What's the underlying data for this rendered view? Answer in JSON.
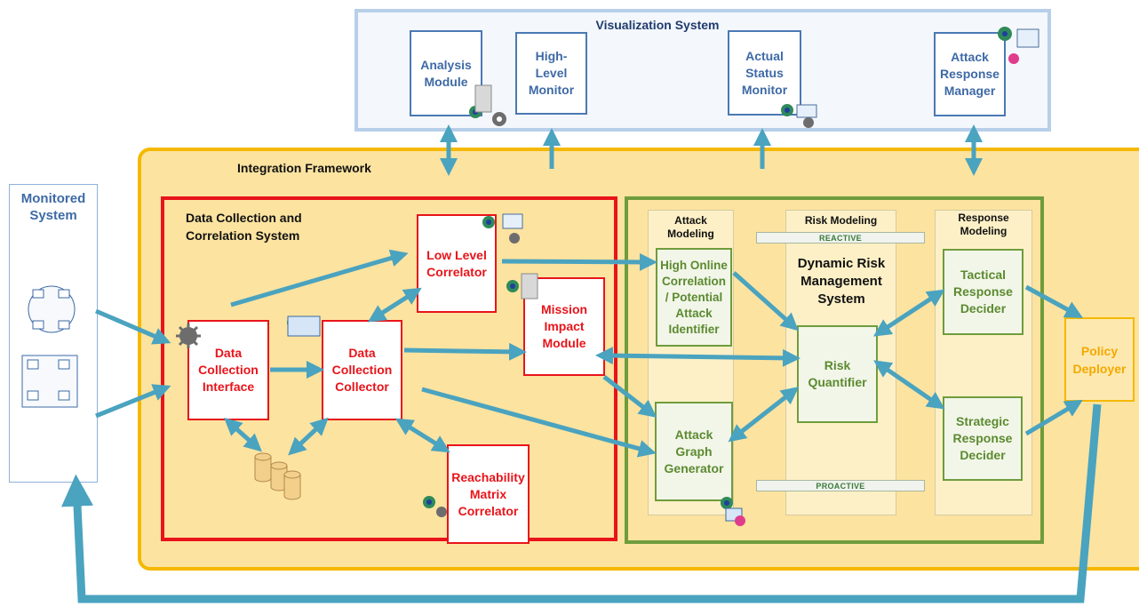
{
  "visualization": {
    "title": "Visualization System",
    "modules": [
      {
        "label": "Analysis\nModule"
      },
      {
        "label": "High-\nLevel\nMonitor"
      },
      {
        "label": "Actual\nStatus\nMonitor"
      },
      {
        "label": "Attack\nResponse\nManager"
      }
    ]
  },
  "integration": {
    "title": "Integration Framework"
  },
  "monitored": {
    "title": "Monitored\nSystem"
  },
  "dccs": {
    "title": "Data Collection and\nCorrelation System",
    "boxes": {
      "interface": "Data\nCollection\nInterface",
      "collector": "Data\nCollection\nCollector",
      "low_level": "Low Level\nCorrelator",
      "mission": "Mission\nImpact\nModule",
      "reachability": "Reachability\nMatrix\nCorrelator"
    }
  },
  "drms": {
    "title": "Dynamic Risk\nManagement\nSystem",
    "columns": {
      "attack": "Attack\nModeling",
      "risk": "Risk Modeling",
      "response": "Response\nModeling"
    },
    "tags": {
      "reactive": "REACTIVE",
      "proactive": "PROACTIVE"
    },
    "boxes": {
      "high_online": "High Online\nCorrelation\n/ Potential\nAttack\nIdentifier",
      "attack_graph": "Attack\nGraph\nGenerator",
      "risk_quantifier": "Risk\nQuantifier",
      "tactical": "Tactical\nResponse\nDecider",
      "strategic": "Strategic\nResponse\nDecider"
    }
  },
  "policy": {
    "label": "Policy\nDeployer"
  },
  "colors": {
    "arrow": "#4aa3bf",
    "red": "#e8141a",
    "green": "#6f9c3c",
    "orange": "#f5b800",
    "blue_border": "#a8c4e6"
  }
}
